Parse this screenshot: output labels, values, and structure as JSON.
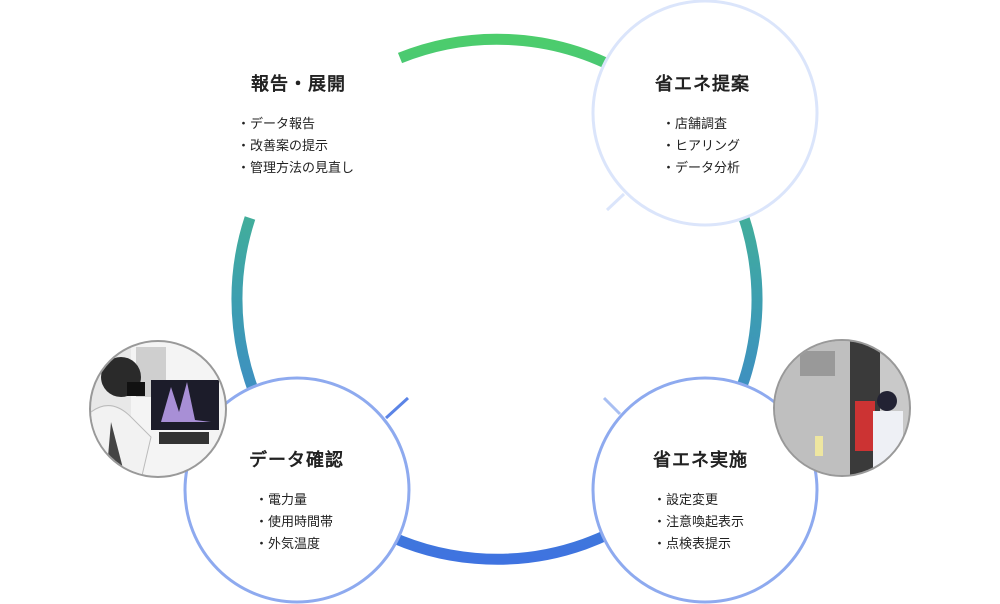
{
  "steps": [
    {
      "title": "報告・展開",
      "items": [
        "データ報告",
        "改善案の提示",
        "管理方法の見直し"
      ]
    },
    {
      "title": "省エネ提案",
      "items": [
        "店舗調査",
        "ヒアリング",
        "データ分析"
      ]
    },
    {
      "title": "データ確認",
      "items": [
        "電力量",
        "使用時間帯",
        "外気温度"
      ]
    },
    {
      "title": "省エネ実施",
      "items": [
        "設定変更",
        "注意喚起表示",
        "点検表提示"
      ]
    }
  ],
  "colors": {
    "top": "#4ccd6c",
    "middle": "#3d9fb0",
    "bottom": "#3f73e0",
    "circle_light": "#dbe5fb",
    "circle": "#8eaaef"
  }
}
